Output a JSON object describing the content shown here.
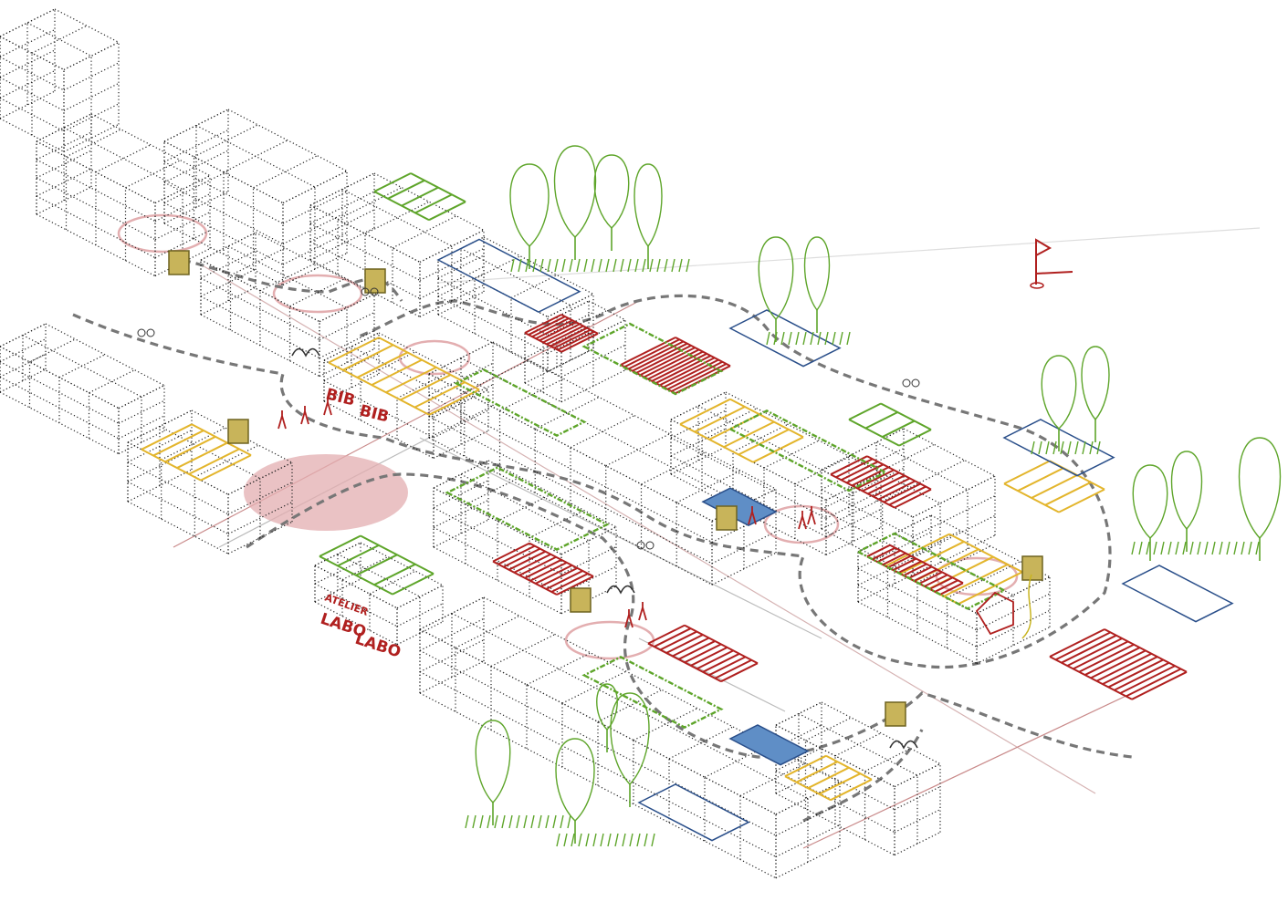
{
  "labels": {
    "bib_1": "BIB",
    "bib_2": "BIB",
    "atelier": "ATELIER",
    "labo_1": "LABO",
    "labo_2": "LABO"
  },
  "colors": {
    "structure": "#222222",
    "greenery": "#5ea52a",
    "timber": "#e3b52c",
    "program": "#b0201f",
    "water": "#6f9fd4",
    "plaza": "#e3aeb0",
    "path": "#777777"
  }
}
